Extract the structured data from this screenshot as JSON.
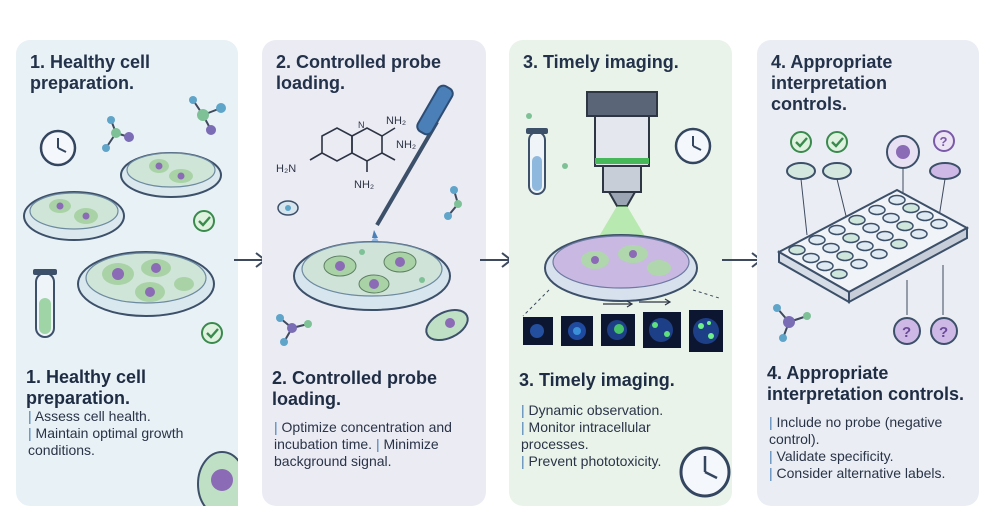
{
  "panels": [
    {
      "top_title": "1. Healthy cell preparation.",
      "bottom_title": "1. Healthy cell preparation.",
      "bullets": [
        "Assess cell health.",
        "Maintain optimal growth conditions."
      ]
    },
    {
      "top_title": "2. Controlled probe loading.",
      "bottom_title": "2. Controlled probe loading.",
      "molecule_labels": [
        "NH₂",
        "NH₂",
        "H₂N",
        "NH₂"
      ],
      "bullets": [
        "Optimize concentration and incubation time.",
        "Minimize background signal."
      ]
    },
    {
      "top_title": "3. Timely imaging.",
      "bottom_title": "3. Timely imaging.",
      "bullets": [
        "Dynamic observation.",
        "Monitor intracellular processes.",
        "Prevent phototoxicity."
      ]
    },
    {
      "top_title": "4. Appropriate interpretation controls.",
      "bottom_title": "4. Appropriate interpretation controls.",
      "bullets": [
        "Include no probe (negative control).",
        "Validate specificity.",
        "Consider alternative labels."
      ]
    }
  ],
  "icons": [
    "clock-icon",
    "petri-dish-icon",
    "test-tube-icon",
    "molecule-icon",
    "check-icon",
    "pipette-icon",
    "microscope-icon",
    "well-plate-icon",
    "question-icon",
    "arrow-right-icon"
  ],
  "colors": {
    "panel1": "#e8f1f6",
    "panel2": "#ebebf4",
    "panel3": "#e9f3ea",
    "panel4": "#eaeef4",
    "title": "#23324a",
    "accent": "#4b7fb5"
  }
}
